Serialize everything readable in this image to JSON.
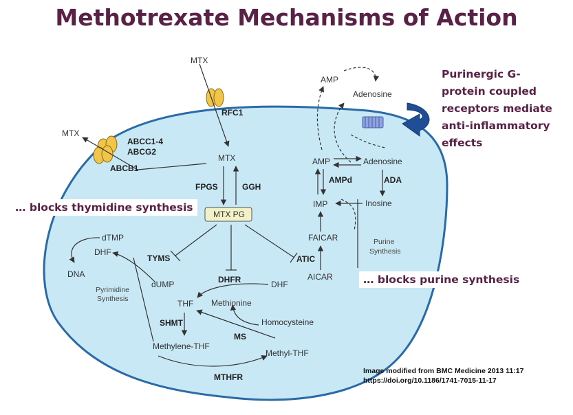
{
  "title": "Methotrexate Mechanisms of Action",
  "labels": {
    "mtx_top": "MTX",
    "rfc1": "RFC1",
    "mtx_left": "MTX",
    "abcc": "ABCC1-4",
    "abcg2": "ABCG2",
    "abcb1": "ABCB1",
    "mtx_center": "MTX",
    "fpgs": "FPGS",
    "ggh": "GGH",
    "mtx_pg": "MTX PG",
    "dtmp": "dTMP",
    "dhf_left": "DHF",
    "dna": "DNA",
    "tyms": "TYMS",
    "dump": "dUMP",
    "pyr1": "Pyrimidine",
    "pyr2": "Synthesis",
    "dhfr": "DHFR",
    "dhf_mid": "DHF",
    "thf": "THF",
    "methionine": "Methionine",
    "homocysteine": "Homocysteine",
    "shmt": "SHMT",
    "ms": "MS",
    "methylene_thf": "Methylene-THF",
    "methyl_thf": "Methyl-THF",
    "mthfr": "MTHFR",
    "atic": "ATIC",
    "aicar": "AICAR",
    "faicar": "FAICAR",
    "imp": "IMP",
    "ampd": "AMPd",
    "amp_mid": "AMP",
    "adenosine_mid": "Adenosine",
    "ada": "ADA",
    "inosine": "Inosine",
    "pur1": "Purine",
    "pur2": "Synthesis",
    "amp_top": "AMP",
    "adenosine_top": "Adenosine"
  },
  "callouts": {
    "thymidine": "… blocks thymidine synthesis",
    "purine": "… blocks purine synthesis",
    "receptor": [
      "Purinergic G-",
      "protein coupled",
      "receptors mediate",
      "anti-inflammatory",
      "effects"
    ]
  },
  "citation": {
    "line1": "Image modified from BMC Medicine 2013 11:17",
    "line2": "https://doi.org/10.1186/1741-7015-11-17"
  },
  "colors": {
    "title": "#5a2146",
    "cell_fill": "#c8e8f5",
    "cell_border": "#2a6aa6",
    "transporter": "#f1c44a",
    "mtx_pg_box": "#f2f1c8",
    "receptor_arrow": "#1f4e96"
  }
}
